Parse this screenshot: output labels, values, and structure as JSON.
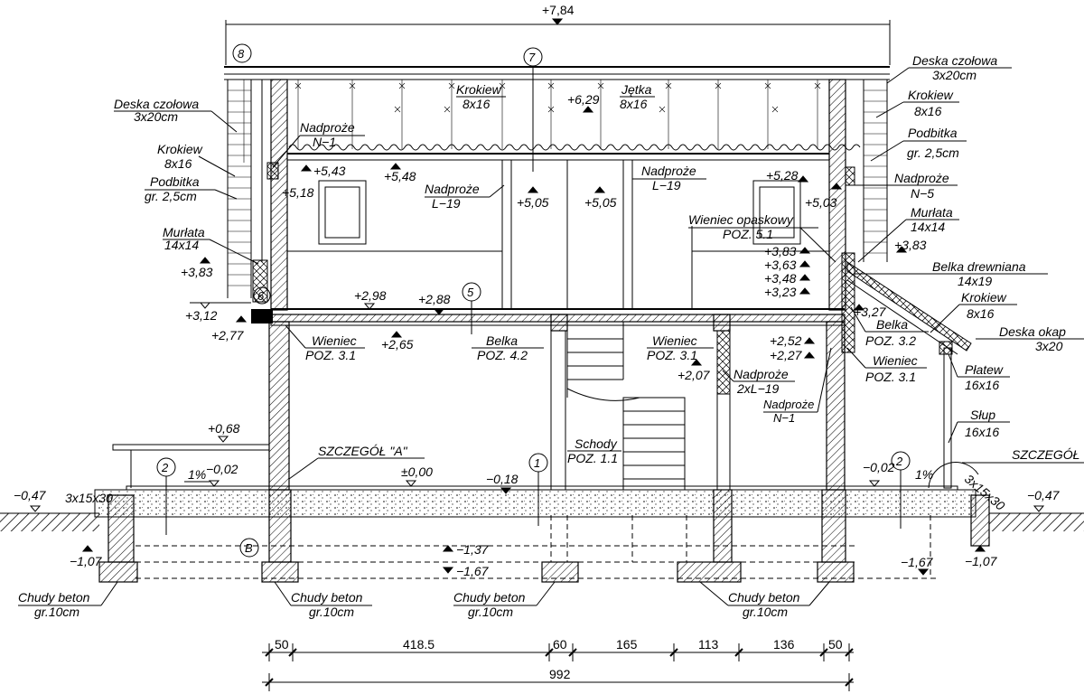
{
  "top_level": "+7,84",
  "markers": {
    "m8": "8",
    "m7": "7",
    "m6": "6",
    "m5": "5",
    "m2a": "2",
    "m2b": "2",
    "m1": "1",
    "mB": "B"
  },
  "levels": {
    "l629": "+6,29",
    "l548": "+5,48",
    "l543": "+5,43",
    "l518": "+5,18",
    "l505a": "+5,05",
    "l505b": "+5,05",
    "l528": "+5,28",
    "l503": "+5,03",
    "l383a": "+3,83",
    "l383b": "+3,83",
    "l383c": "+3,83",
    "l363": "+3,63",
    "l348": "+3,48",
    "l323": "+3,23",
    "l327": "+3,27",
    "l312": "+3,12",
    "l298": "+2,98",
    "l288": "+2,88",
    "l277": "+2,77",
    "l265": "+2,65",
    "l252": "+2,52",
    "l227": "+2,27",
    "l207": "+2,07",
    "l068": "+0,68",
    "l000": "±0,00",
    "l018": "−0,18",
    "l002a": "−0,02",
    "l002b": "−0,02",
    "l047a": "−0,47",
    "l047b": "−0,47",
    "l107a": "−1,07",
    "l107b": "−1,07",
    "l137": "−1,37",
    "l167a": "−1,67",
    "l167b": "−1,67"
  },
  "labels": {
    "deska_l1": "Deska czołowa",
    "deska_l2": "3x20cm",
    "krokiew_l1": "Krokiew",
    "krokiew_l2": "8x16",
    "podbitka_l1": "Podbitka",
    "podbitka_l2": "gr. 2,5cm",
    "murlata_l1": "Murłata",
    "murlata_l2": "14x14",
    "nadproze_n1_l1": "Nadproże",
    "nadproze_n1_l2": "N−1",
    "krokiew_c1": "Krokiew",
    "krokiew_c2": "8x16",
    "jetka_1": "Jętka",
    "jetka_2": "8x16",
    "nadproze_l19a_1": "Nadproże",
    "nadproze_l19a_2": "L−19",
    "nadproze_l19b_1": "Nadproże",
    "nadproze_l19b_2": "L−19",
    "deska_r1": "Deska czołowa",
    "deska_r2": "3x20cm",
    "krokiew_r1": "Krokiew",
    "krokiew_r2": "8x16",
    "podbitka_r1": "Podbitka",
    "podbitka_r2": "gr. 2,5cm",
    "nadproze_n5_1": "Nadproże",
    "nadproze_n5_2": "N−5",
    "murlata_r1": "Murłata",
    "murlata_r2": "14x14",
    "wieniec_op_1": "Wieniec opaskowy",
    "wieniec_op_2": "POZ. 5.1",
    "belka_drew_1": "Belka drewniana",
    "belka_drew_2": "14x19",
    "krokiew_r3": "Krokiew",
    "krokiew_r4": "8x16",
    "deska_okap_1": "Deska okap",
    "deska_okap_2": "3x20",
    "belka32_1": "Belka",
    "belka32_2": "POZ. 3.2",
    "wieniec_r1": "Wieniec",
    "wieniec_r2": "POZ. 3.1",
    "platew_1": "Płatew",
    "platew_2": "16x16",
    "slup_1": "Słup",
    "slup_2": "16x16",
    "szczegol_r": "SZCZEGÓŁ",
    "wieniec_l1": "Wieniec",
    "wieniec_l2": "POZ. 3.1",
    "belka42_1": "Belka",
    "belka42_2": "POZ. 4.2",
    "wieniec_c1": "Wieniec",
    "wieniec_c2": "POZ. 3.1",
    "nadproze_2l19_1": "Nadproże",
    "nadproze_2l19_2": "2xL−19",
    "nadproze_n1b_1": "Nadproże",
    "nadproze_n1b_2": "N−1",
    "schody_1": "Schody",
    "schody_2": "POZ. 1.1",
    "szczegol_a": "SZCZEGÓŁ \"A\"",
    "slope_l": "1%",
    "slope_r": "1%",
    "curb_l": "3x15x30",
    "curb_r": "3x15x30",
    "chudy_1": "Chudy beton",
    "chudy_2": "gr.10cm",
    "chudy_3": "Chudy beton",
    "chudy_4": "gr.10cm",
    "chudy_5": "Chudy beton",
    "chudy_6": "gr.10cm",
    "chudy_7": "Chudy beton",
    "chudy_8": "gr.10cm"
  },
  "dimensions": {
    "d1": "50",
    "d2": "418.5",
    "d3": "60",
    "d4": "165",
    "d5": "113",
    "d6": "136",
    "d7": "50",
    "total": "992"
  }
}
